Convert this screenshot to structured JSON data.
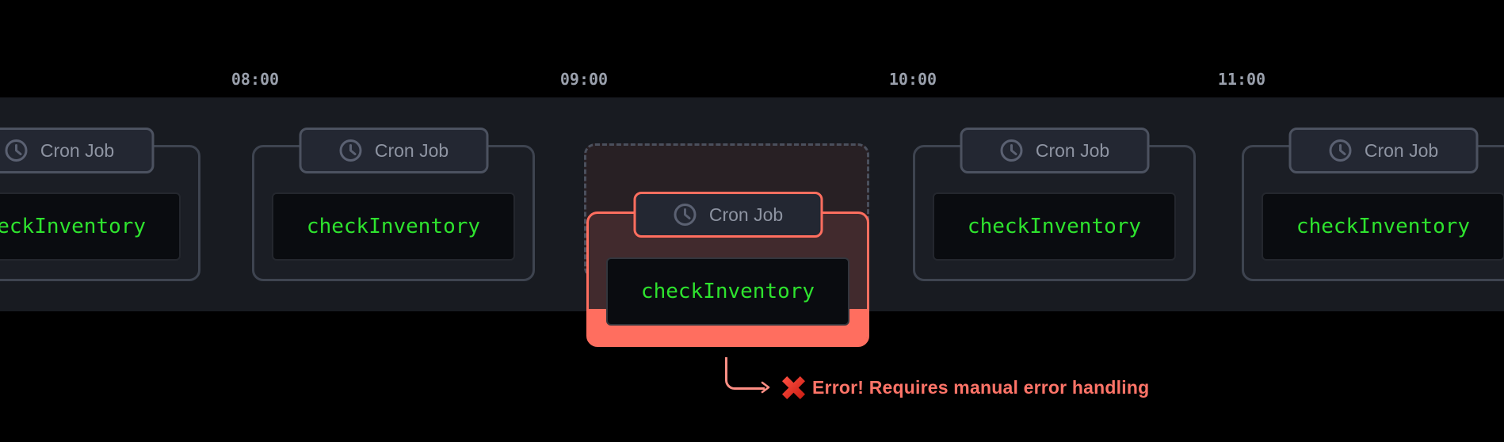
{
  "timeline": {
    "ticks": [
      {
        "label": "08:00"
      },
      {
        "label": "09:00"
      },
      {
        "label": "10:00"
      },
      {
        "label": "11:00"
      }
    ]
  },
  "cards": [
    {
      "badge_label": "Cron Job",
      "function_name": "checkInventory",
      "state": "normal"
    },
    {
      "badge_label": "Cron Job",
      "function_name": "checkInventory",
      "state": "normal"
    },
    {
      "badge_label": "Cron Job",
      "function_name": "checkInventory",
      "state": "error"
    },
    {
      "badge_label": "Cron Job",
      "function_name": "checkInventory",
      "state": "normal"
    },
    {
      "badge_label": "Cron Job",
      "function_name": "checkInventory",
      "state": "normal"
    }
  ],
  "error": {
    "message": "Error! Requires manual error handling"
  },
  "icons": {
    "badge": "clock-icon",
    "error": "cross-mark-icon",
    "connector": "arrow-right-icon"
  },
  "colors": {
    "background": "#000000",
    "band": "#181b21",
    "card_border": "#3e4450",
    "badge_border": "#4c5260",
    "badge_text": "#8e94a2",
    "code_green": "#2ee32e",
    "error_accent": "#ff6e5f",
    "error_text": "#ff7468",
    "tick_text": "#9aa0ac"
  }
}
